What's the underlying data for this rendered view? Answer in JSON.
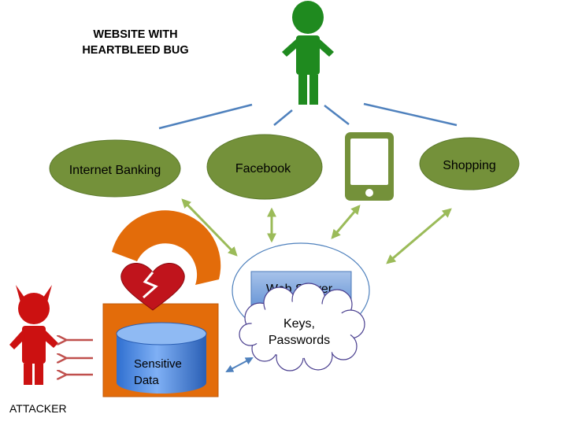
{
  "title": {
    "line1": "WEBSITE WITH",
    "line2": "HEARTBLEED BUG"
  },
  "services": {
    "internet_banking": "Internet Banking",
    "facebook": "Facebook",
    "shopping": "Shopping"
  },
  "web_server": {
    "label": "Web Server"
  },
  "cloud": {
    "line1": "Keys,",
    "line2": "Passwords"
  },
  "sensitive_data": {
    "line1": "Sensitive",
    "line2": "Data"
  },
  "attacker": {
    "label": "ATTACKER"
  },
  "colors": {
    "user_green": "#1f8a1f",
    "service_green": "#74913a",
    "arrow_green": "#9bbb59",
    "connector_blue": "#4f81bd",
    "lock_orange": "#e36c0a",
    "heart_red": "#c0141c",
    "attacker_red": "#cc1111",
    "attack_arrow": "#c0504d"
  }
}
